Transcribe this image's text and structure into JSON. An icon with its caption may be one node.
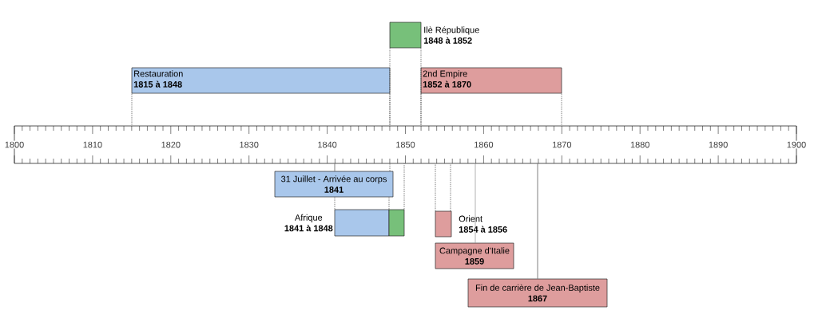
{
  "diagram": {
    "nodes": [
      {
        "text": [],
        "shape": "bar"
      },
      {
        "text": [
          "Ilè République",
          "1848 à 1852"
        ]
      },
      {
        "text": [
          "Restauration",
          "1815 à 1848"
        ]
      },
      {
        "text": [
          "2nd Empire",
          "1852 à 1870"
        ]
      },
      {
        "text": [
          "31 Juillet - Arrivée au corps",
          "1841"
        ]
      },
      {
        "text": [
          "Afrique",
          "1841 à 1848"
        ]
      },
      {
        "text": [],
        "shape": "box"
      },
      {
        "text": [
          "Orient",
          "1854 à 1856"
        ]
      },
      {
        "text": [
          "Campagne d'Italie",
          "1859"
        ]
      },
      {
        "text": [
          "Fin de carrière de Jean-Baptiste",
          "1867"
        ]
      }
    ],
    "edges": [
      {
        "from": 1,
        "to": 0,
        "arrow": "none",
        "style": "dashed"
      },
      {
        "from": 1,
        "to": 0,
        "arrow": "none",
        "style": "dashed"
      },
      {
        "from": 2,
        "to": 0,
        "arrow": "none",
        "style": "dashed"
      },
      {
        "from": 2,
        "to": 0,
        "arrow": "none",
        "style": "dashed"
      },
      {
        "from": 3,
        "to": 0,
        "arrow": "none",
        "style": "dashed"
      },
      {
        "from": 3,
        "to": 0,
        "arrow": "none",
        "style": "dashed"
      },
      {
        "from": 4,
        "to": 0,
        "arrow": "none"
      },
      {
        "from": 4,
        "to": 0,
        "arrow": "none",
        "style": "dashed"
      },
      {
        "from": 5,
        "to": 4,
        "arrow": "none",
        "style": "dashed"
      },
      {
        "from": 5,
        "to": 4,
        "arrow": "none",
        "style": "dashed"
      },
      {
        "from": 6,
        "to": 0,
        "arrow": "none",
        "style": "dashed"
      },
      {
        "from": 7,
        "to": 0,
        "arrow": "none",
        "style": "dashed"
      },
      {
        "from": 7,
        "to": 0,
        "arrow": "none",
        "style": "dashed"
      },
      {
        "from": 8,
        "to": 0,
        "arrow": "none",
        "color": "#808080"
      },
      {
        "from": 9,
        "to": 0,
        "arrow": "none"
      }
    ],
    "labels": [
      "1800",
      "1810",
      "1820",
      "1830",
      "1840",
      "1850",
      "1860",
      "1870",
      "1880",
      "1890",
      "1900"
    ]
  }
}
